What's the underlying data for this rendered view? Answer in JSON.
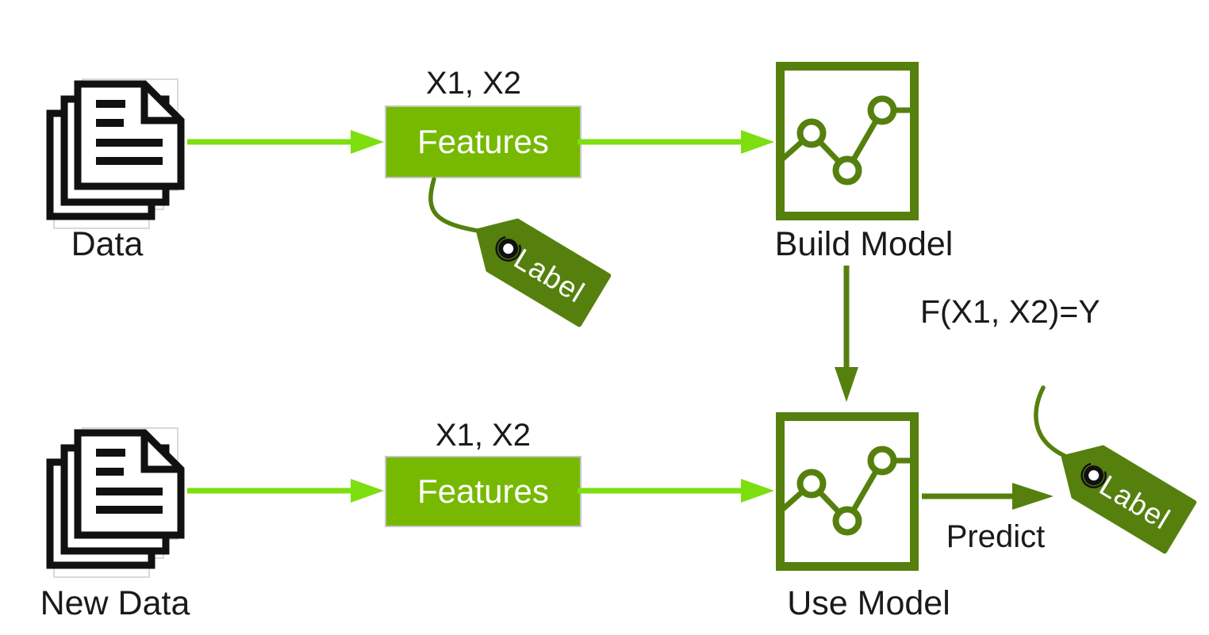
{
  "colors": {
    "bright_green_arrow": "#7DDE10",
    "features_box_green": "#76B900",
    "dark_green": "#55800E",
    "box_border_gray": "#C6C6C6",
    "icon_black": "#111111",
    "text_black": "#1A1A1A",
    "ghost_gray": "#D9D9D9"
  },
  "icons": {
    "documents": "document-stack-icon",
    "model": "line-chart-box-icon",
    "tag": "price-tag-icon"
  },
  "top_row": {
    "data_label": "Data",
    "features_annotation": "X1, X2",
    "features_label": "Features",
    "tag_label": "Label",
    "model_label": "Build Model"
  },
  "transfer": {
    "formula_label": "F(X1, X2)=Y"
  },
  "bottom_row": {
    "data_label": "New Data",
    "features_annotation": "X1, X2",
    "features_label": "Features",
    "model_label": "Use Model",
    "predict_label": "Predict",
    "tag_label": "Label"
  }
}
